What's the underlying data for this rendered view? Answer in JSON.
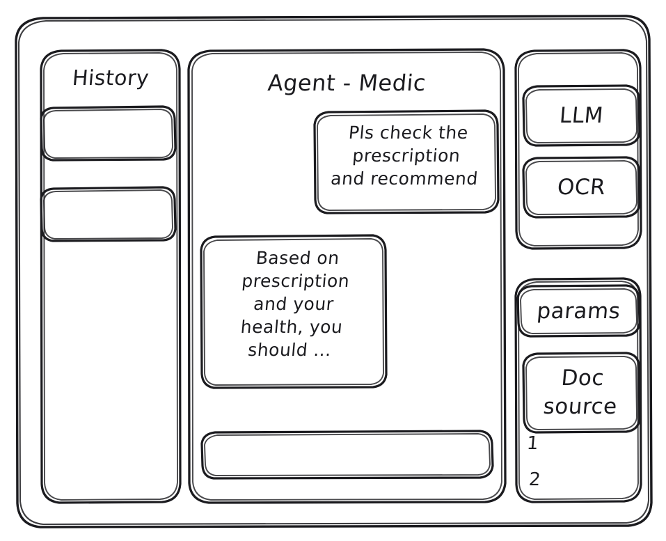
{
  "window": {
    "name": "agent-medic-wireframe"
  },
  "history_panel": {
    "title": "History",
    "items": [
      {
        "label": ""
      },
      {
        "label": ""
      }
    ]
  },
  "main_panel": {
    "title": "Agent - Medic",
    "messages": [
      {
        "role": "user",
        "text": "Pls check the\nprescription\nand recommend"
      },
      {
        "role": "assistant",
        "text": "Based on\nprescription\nand your\nhealth, you\nshould ..."
      }
    ],
    "composer": {
      "value": "",
      "placeholder": ""
    }
  },
  "tools_panel": {
    "buttons": [
      {
        "label": "LLM"
      },
      {
        "label": "OCR"
      }
    ]
  },
  "sources_panel": {
    "buttons": [
      {
        "label": "params"
      },
      {
        "label": "Doc\nsource"
      }
    ],
    "list": [
      {
        "label": "1"
      },
      {
        "label": "2"
      }
    ]
  },
  "style": {
    "stroke": "#1b1b1f",
    "background": "#ffffff"
  }
}
